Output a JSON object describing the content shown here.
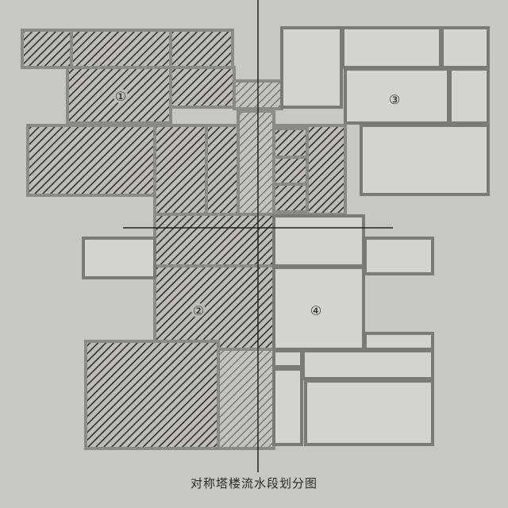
{
  "caption": "对称塔楼流水段划分图",
  "zones": {
    "zone1": "①",
    "zone2": "②",
    "zone3": "③",
    "zone4": "④"
  },
  "colors": {
    "background": "#c8c8c2",
    "wall": "#6e6e6a",
    "hatch": "#2a2a2a",
    "room_fill": "#d6d6d0"
  }
}
